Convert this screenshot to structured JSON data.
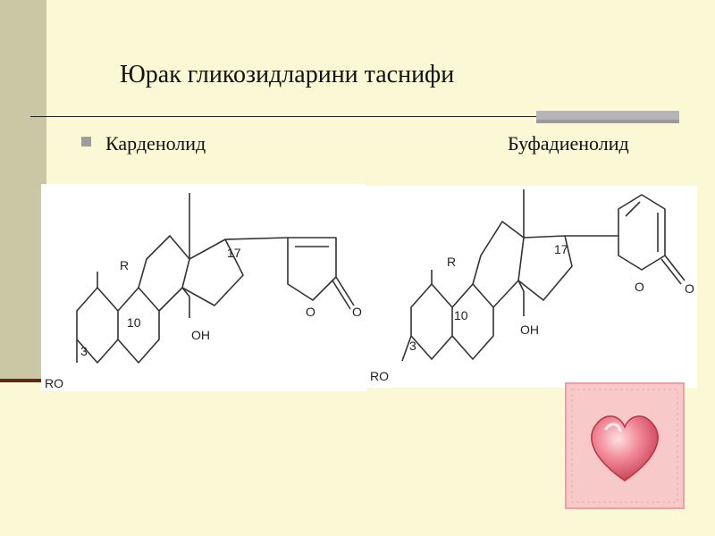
{
  "slide": {
    "title": "Юрак гликозидларини таснифи",
    "categories": [
      {
        "label": "Карденолид"
      },
      {
        "label": "Буфадиенолид"
      }
    ]
  },
  "structures": {
    "cardenolide": {
      "r_label": "R",
      "c10_label": "10",
      "c3_label": "3",
      "c17_label": "17",
      "ro_label": "RO",
      "oh_label": "OH",
      "ring_o_label": "O",
      "carbonyl_o_label": "O"
    },
    "bufadienolide": {
      "r_label": "R",
      "c10_label": "10",
      "c3_label": "3",
      "c17_label": "17",
      "ro_label": "RO",
      "oh_label": "OH",
      "ring_o_label": "O",
      "carbonyl_o_label": "O"
    }
  },
  "icons": {
    "bullet": "square-bullet-icon",
    "decor": "heart-icon"
  },
  "colors": {
    "background": "#fbf8d6",
    "left_bar": "#c9c7a4",
    "accent_bar": "#b5b5b5",
    "heart_card": "#f7c9c9",
    "heart": "#e35a6e"
  }
}
